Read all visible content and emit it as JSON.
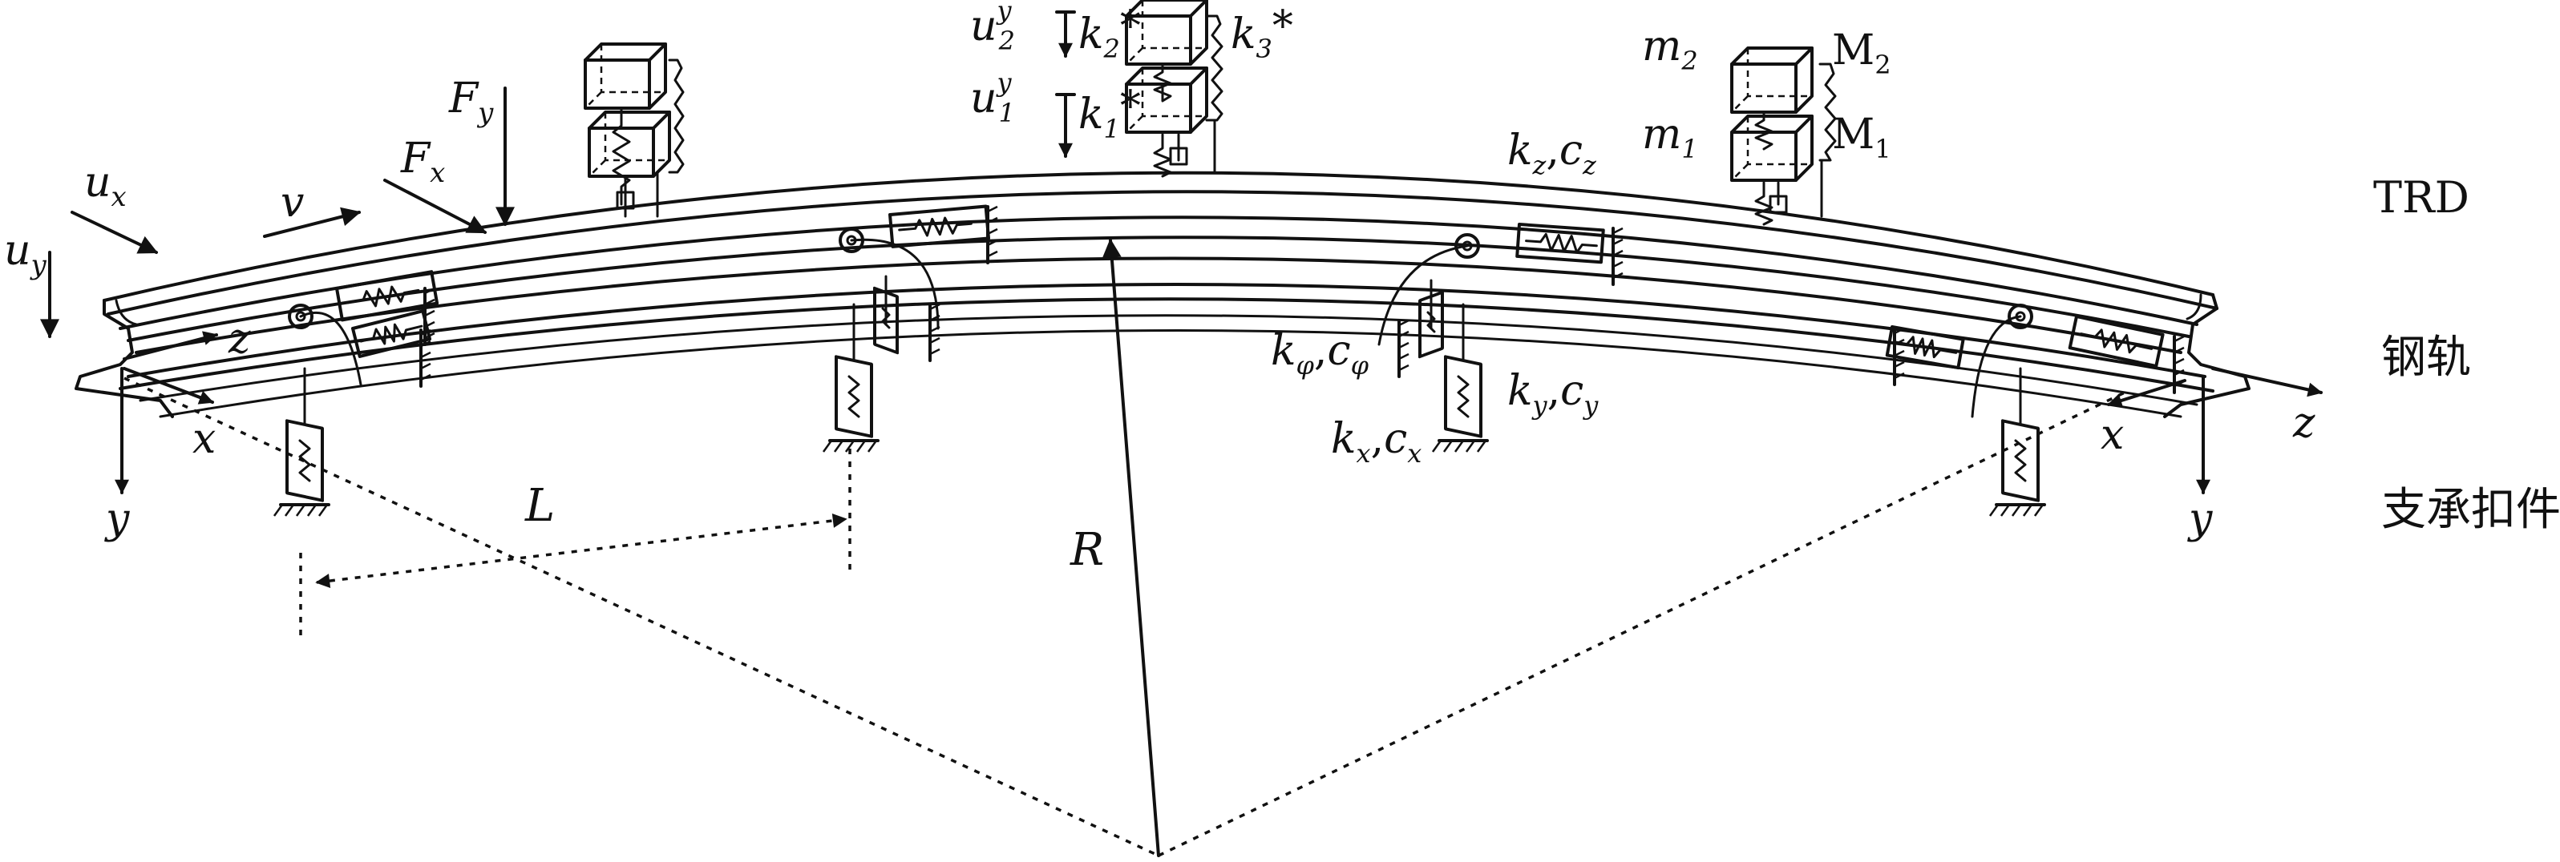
{
  "labels": {
    "trd": "TRD",
    "rail": "钢轨",
    "bearing": "支承扣件",
    "radius": "R",
    "spacing": "L",
    "speed": "v",
    "ux_base": "u",
    "ux_sub": "x",
    "uy_base": "u",
    "uy_sub": "y",
    "fy_base": "F",
    "fy_sub": "y",
    "fx_base": "F",
    "fx_sub": "x",
    "u2_base": "u",
    "u2_sub": "2",
    "u2_sup": "y",
    "u1_base": "u",
    "u1_sub": "1",
    "u1_sup": "y",
    "k2": "k",
    "k2_sub": "2",
    "k2_star": "*",
    "k1": "k",
    "k1_sub": "1",
    "k1_star": "*",
    "k3": "k",
    "k3_sub": "3",
    "k3_star": "*",
    "m2_base": "m",
    "m2_sub": "2",
    "m1_base": "m",
    "m1_sub": "1",
    "M2_base": "M",
    "M2_sub": "2",
    "M1_base": "M",
    "M1_sub": "1",
    "kz": "k",
    "kz_sub": "z",
    "cz": "c",
    "cz_sub": "z",
    "comma": ",",
    "kphi": "k",
    "kphi_sub": "φ",
    "cphi": "c",
    "cphi_sub": "φ",
    "ky": "k",
    "ky_sub": "y",
    "cy": "c",
    "cy_sub": "y",
    "kx": "k",
    "kx_sub": "x",
    "cx": "c",
    "cx_sub": "x",
    "axis_left_z": "z",
    "axis_left_x": "x",
    "axis_left_y": "y",
    "axis_right_z": "z",
    "axis_right_x": "x",
    "axis_right_y": "y"
  }
}
